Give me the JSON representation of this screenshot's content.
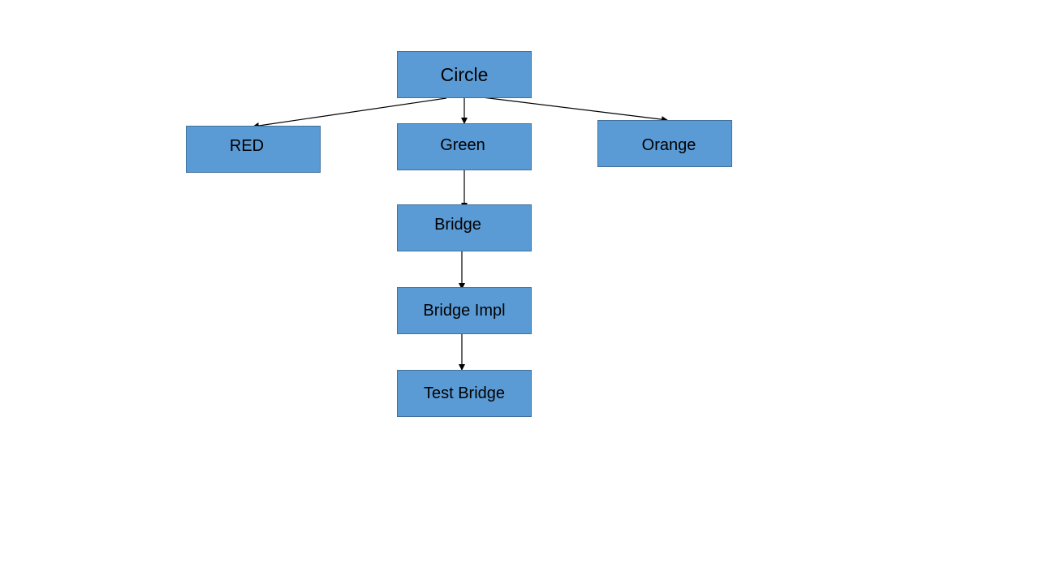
{
  "colors": {
    "node_fill": "#5b9bd5",
    "node_border": "#41719c",
    "text": "#000000",
    "edge": "#000000"
  },
  "nodes": {
    "circle": "Circle",
    "red": "RED",
    "green": "Green",
    "orange": "Orange",
    "bridge": "Bridge",
    "bridge_impl": "Bridge Impl",
    "test_bridge": "Test Bridge"
  },
  "edges": [
    {
      "from": "Circle",
      "to": "RED"
    },
    {
      "from": "Circle",
      "to": "Green"
    },
    {
      "from": "Circle",
      "to": "Orange"
    },
    {
      "from": "Green",
      "to": "Bridge"
    },
    {
      "from": "Bridge",
      "to": "Bridge Impl"
    },
    {
      "from": "Bridge Impl",
      "to": "Test Bridge"
    }
  ]
}
